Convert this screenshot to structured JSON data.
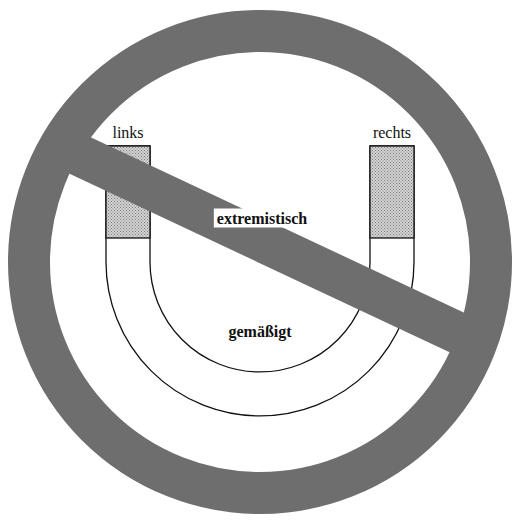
{
  "diagram": {
    "nodes": [
      {
        "text": [
          "links"
        ]
      },
      {
        "text": [
          "rechts"
        ]
      }
    ],
    "labels": [
      "extremistisch",
      "gemäßigt"
    ]
  }
}
